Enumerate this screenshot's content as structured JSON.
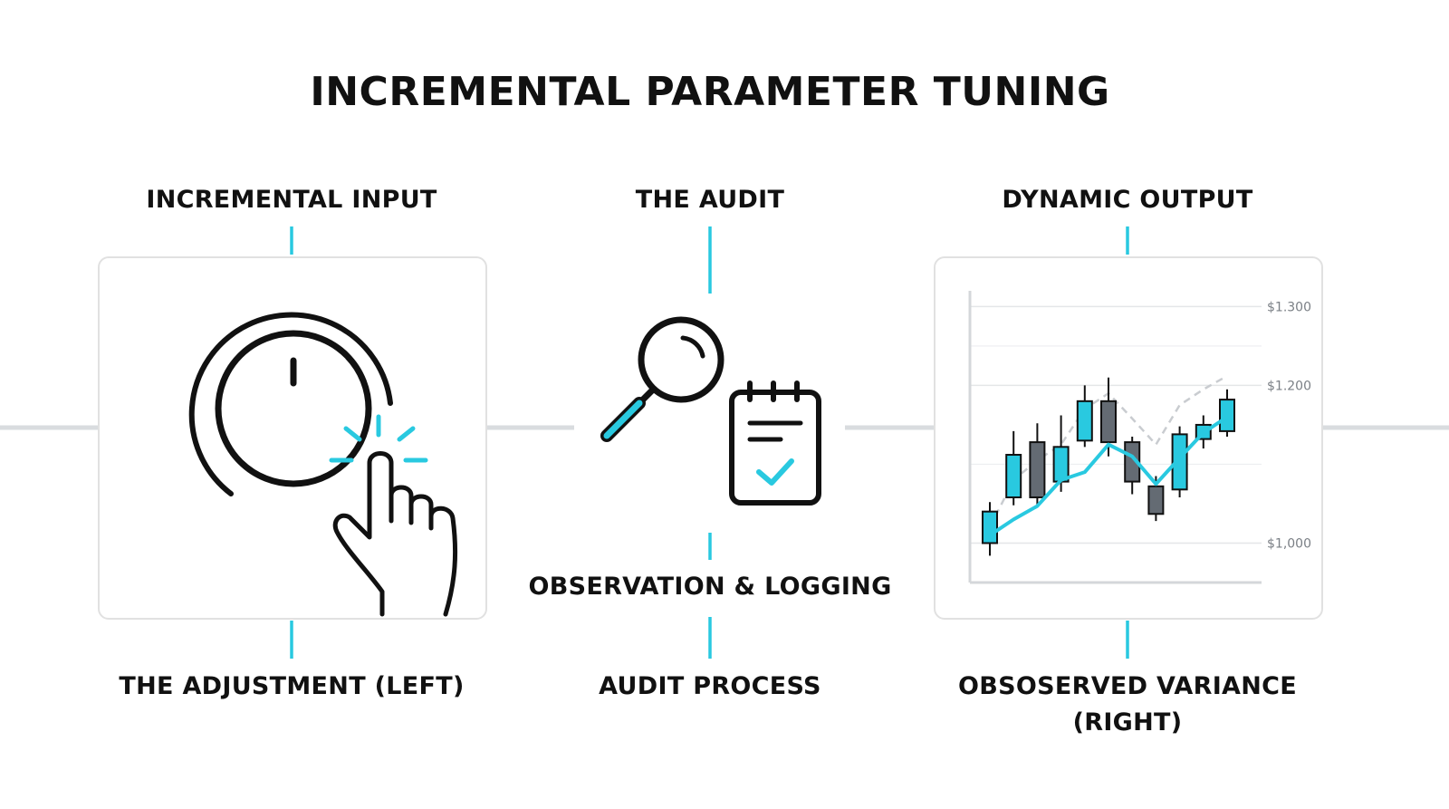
{
  "title": "INCREMENTAL PARAMETER TUNING",
  "columns": {
    "left": {
      "top_label": "INCREMENTAL INPUT",
      "bottom_label": "THE ADJUSTMENT (LEFT)",
      "icons": [
        "dial-knob-icon",
        "pointing-hand-icon"
      ]
    },
    "middle": {
      "top_label": "THE AUDIT",
      "center_label": "OBSERVATION & LOGGING",
      "bottom_label": "AUDIT PROCESS",
      "icons": [
        "magnifying-glass-icon",
        "checklist-clipboard-icon"
      ]
    },
    "right": {
      "top_label": "DYNAMIC OUTPUT",
      "bottom_label_line1": "OBSOSERVED VARIANCE",
      "bottom_label_line2": "(RIGHT)"
    }
  },
  "colors": {
    "accent": "#29c9e0",
    "bearish": "#646b73",
    "connector": "#d9dcdf",
    "text": "#111111"
  },
  "chart_data": {
    "type": "candlestick",
    "y_ticks": [
      "$1.300",
      "$1.200",
      "$1,000"
    ],
    "y_tick_values": [
      1300,
      1200,
      1000
    ],
    "ylim": [
      950,
      1320
    ],
    "grid": true,
    "candles": [
      {
        "open": 1000,
        "close": 1040,
        "high": 1052,
        "low": 984,
        "dir": "up"
      },
      {
        "open": 1058,
        "close": 1112,
        "high": 1142,
        "low": 1048,
        "dir": "up"
      },
      {
        "open": 1058,
        "close": 1128,
        "high": 1152,
        "low": 1046,
        "dir": "down"
      },
      {
        "open": 1078,
        "close": 1122,
        "high": 1162,
        "low": 1065,
        "dir": "up"
      },
      {
        "open": 1130,
        "close": 1180,
        "high": 1200,
        "low": 1122,
        "dir": "up"
      },
      {
        "open": 1128,
        "close": 1180,
        "high": 1210,
        "low": 1110,
        "dir": "down"
      },
      {
        "open": 1078,
        "close": 1128,
        "high": 1135,
        "low": 1062,
        "dir": "down"
      },
      {
        "open": 1037,
        "close": 1072,
        "high": 1085,
        "low": 1028,
        "dir": "down"
      },
      {
        "open": 1068,
        "close": 1138,
        "high": 1148,
        "low": 1058,
        "dir": "up"
      },
      {
        "open": 1132,
        "close": 1150,
        "high": 1162,
        "low": 1120,
        "dir": "up"
      },
      {
        "open": 1142,
        "close": 1182,
        "high": 1195,
        "low": 1135,
        "dir": "up"
      }
    ],
    "trend_solid": [
      1010,
      1030,
      1047,
      1080,
      1090,
      1125,
      1110,
      1075,
      1108,
      1140,
      1160
    ],
    "trend_dashed": [
      1020,
      1080,
      1105,
      1125,
      1170,
      1190,
      1158,
      1125,
      1175,
      1195,
      1212
    ]
  }
}
